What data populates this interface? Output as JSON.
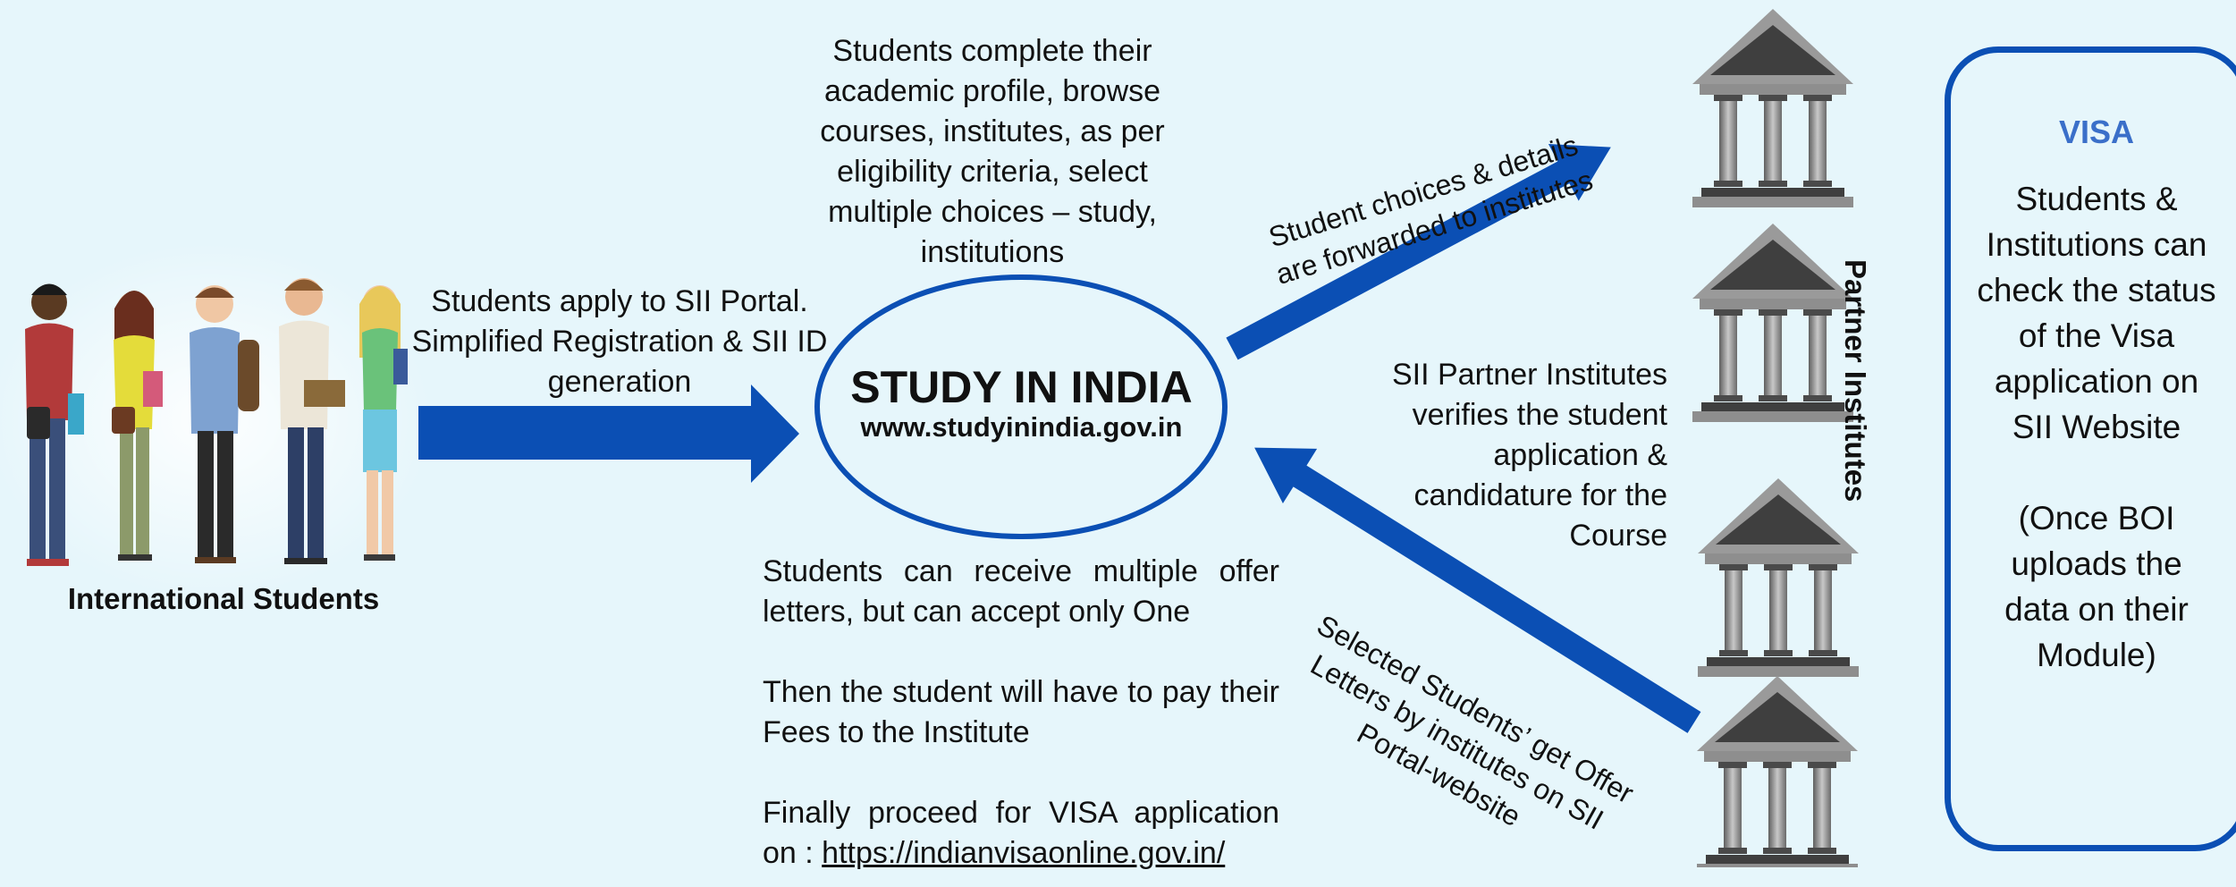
{
  "colors": {
    "background": "#e6f6fb",
    "arrow": "#0b4fb4",
    "accent_text": "#3a6fc9",
    "building": "#8a8a8a"
  },
  "students": {
    "caption": "International Students"
  },
  "apply_text": "Students apply to SII Portal. Simplified Registration & SII ID generation",
  "profile_text": "Students complete their academic profile, browse courses, institutes, as per eligibility criteria, select multiple choices – study, institutions",
  "center": {
    "title": "STUDY IN INDIA",
    "url": "www.studyinindia.gov.in"
  },
  "forward_text": {
    "line1": "Student choices & details",
    "line2": "are forwarded to institutes"
  },
  "offer_text": {
    "line1": "Selected Students’ get Offer",
    "line2": "Letters by institutes on SII",
    "line3": "Portal-website"
  },
  "verify_text": "SII Partner Institutes verifies the student application & candidature for the Course",
  "partner_label": "Partner Institutes",
  "bottom": {
    "p1": "Students can receive multiple offer letters, but can accept only One",
    "p2": "Then the student will have to pay their Fees to the Institute",
    "p3_prefix": "Finally proceed for VISA application on :",
    "p3_link": "https://indianvisaonline.gov.in/"
  },
  "visa": {
    "title": "VISA",
    "body": "Students & Institutions can check the status of the Visa application on SII Website",
    "note": "(Once BOI uploads the data on their Module)"
  }
}
